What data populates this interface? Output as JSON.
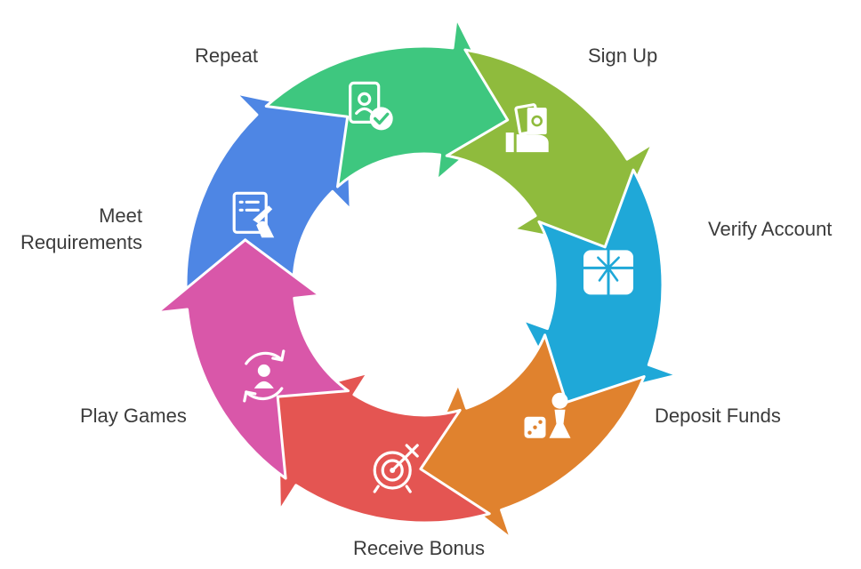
{
  "diagram": {
    "steps": [
      {
        "id": "sign-up",
        "label": "Sign Up",
        "color": "#4e86e4",
        "icon": "form-sign-icon"
      },
      {
        "id": "verify-account",
        "label": "Verify Account",
        "color": "#3ec77f",
        "icon": "id-check-icon"
      },
      {
        "id": "deposit-funds",
        "label": "Deposit Funds",
        "color": "#8fbb3d",
        "icon": "cash-hand-icon"
      },
      {
        "id": "receive-bonus",
        "label": "Receive Bonus",
        "color": "#1fa8d8",
        "icon": "gift-icon"
      },
      {
        "id": "play-games",
        "label": "Play Games",
        "color": "#e0822e",
        "icon": "dice-pawn-icon"
      },
      {
        "id": "meet-requirements",
        "label_lines": [
          "Meet",
          "Requirements"
        ],
        "color": "#e45552",
        "icon": "target-icon"
      },
      {
        "id": "repeat",
        "label": "Repeat",
        "color": "#d957a9",
        "icon": "cycle-person-icon"
      }
    ]
  }
}
